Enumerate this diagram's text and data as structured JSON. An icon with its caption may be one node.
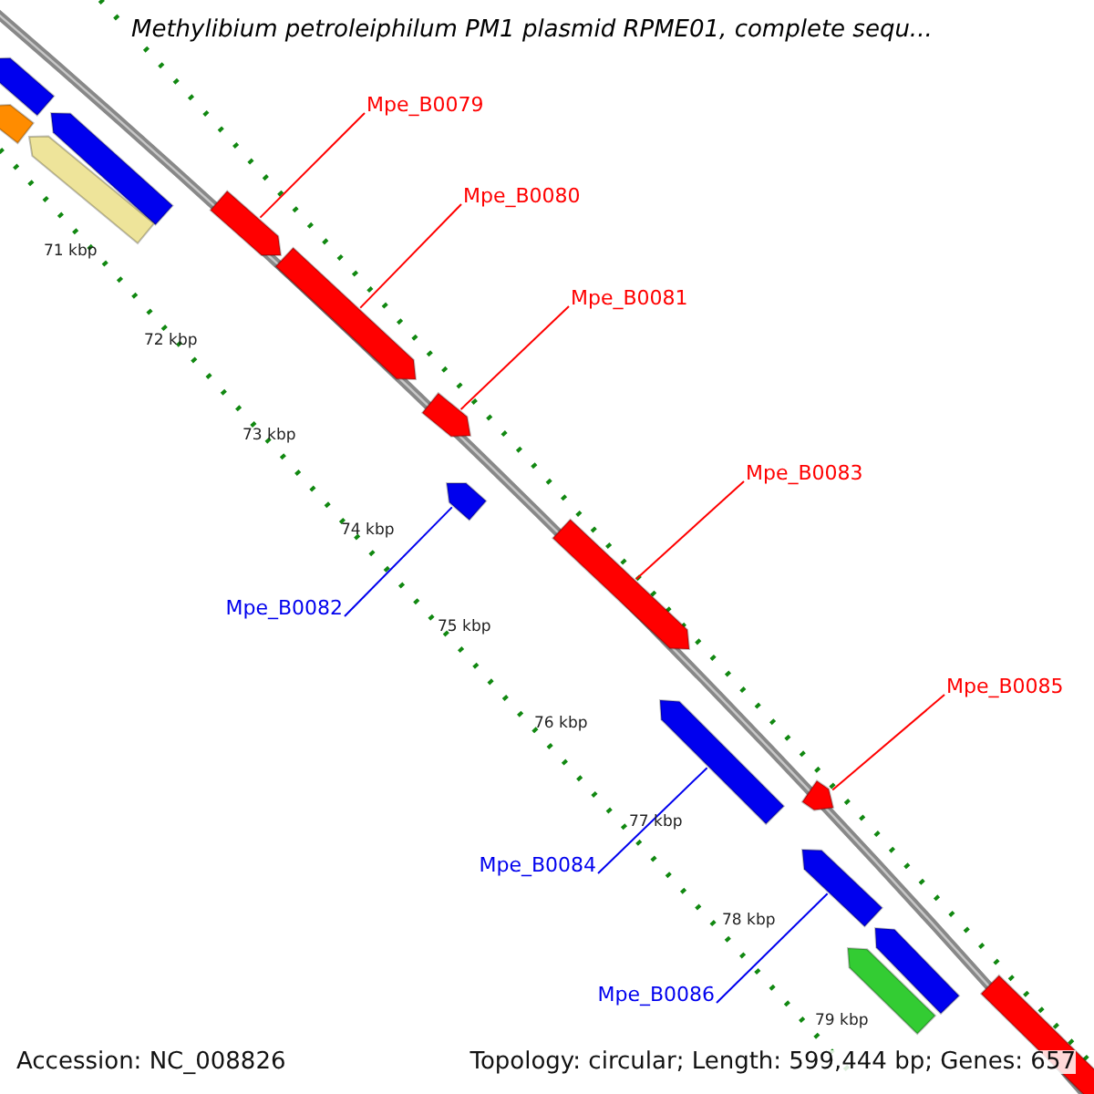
{
  "diagram": {
    "title": "Methylibium petroleiphilum PM1 plasmid RPME01, complete sequ...",
    "nodes": [
      {
        "text": [
          "Mpe_B0079"
        ]
      },
      {
        "text": [
          "Mpe_B0080"
        ]
      },
      {
        "text": [
          "Mpe_B0081"
        ]
      },
      {
        "text": [
          "Mpe_B0083"
        ]
      },
      {
        "text": [
          "Mpe_B0082"
        ]
      },
      {
        "text": [
          "Mpe_B0085"
        ]
      },
      {
        "text": [
          "Mpe_B0084"
        ]
      },
      {
        "text": [
          "Mpe_B0086"
        ]
      },
      {
        "text": [],
        "shape": "bar"
      },
      {
        "text": [],
        "shape": "bar"
      },
      {
        "text": [],
        "shape": "bar"
      },
      {
        "text": [],
        "shape": "bar"
      },
      {
        "text": [],
        "shape": "bar"
      },
      {
        "text": [],
        "shape": "bar"
      },
      {
        "text": [],
        "shape": "bar"
      },
      {
        "text": [],
        "shape": "bar"
      },
      {
        "text": [],
        "shape": "bar"
      },
      {
        "text": [],
        "shape": "bar"
      },
      {
        "text": [],
        "shape": "bar"
      },
      {
        "text": [],
        "shape": "bar"
      },
      {
        "text": [],
        "shape": "bar"
      },
      {
        "text": [],
        "shape": "bar"
      },
      {
        "text": [],
        "shape": "bar"
      }
    ],
    "edges": [
      {
        "from": 0,
        "to": 12,
        "arrow": "none"
      },
      {
        "from": 1,
        "to": 13,
        "arrow": "none"
      },
      {
        "from": 2,
        "to": 14,
        "arrow": "none"
      },
      {
        "from": 3,
        "to": 16,
        "arrow": "none"
      },
      {
        "from": 4,
        "to": 15,
        "arrow": "none",
        "color": "#0000ee"
      },
      {
        "from": 5,
        "to": 18,
        "arrow": "none"
      },
      {
        "from": 6,
        "to": 17,
        "arrow": "none",
        "color": "#0000ee"
      },
      {
        "from": 7,
        "to": 19,
        "arrow": "none",
        "color": "#0000ee"
      }
    ],
    "labels": [
      "71 kbp",
      "72 kbp",
      "73 kbp",
      "74 kbp",
      "75 kbp",
      "76 kbp",
      "77 kbp",
      "78 kbp",
      "79 kbp",
      "Accession: NC_008826",
      "Topology: circular; Length: 599,444 bp; Genes: 657"
    ]
  }
}
